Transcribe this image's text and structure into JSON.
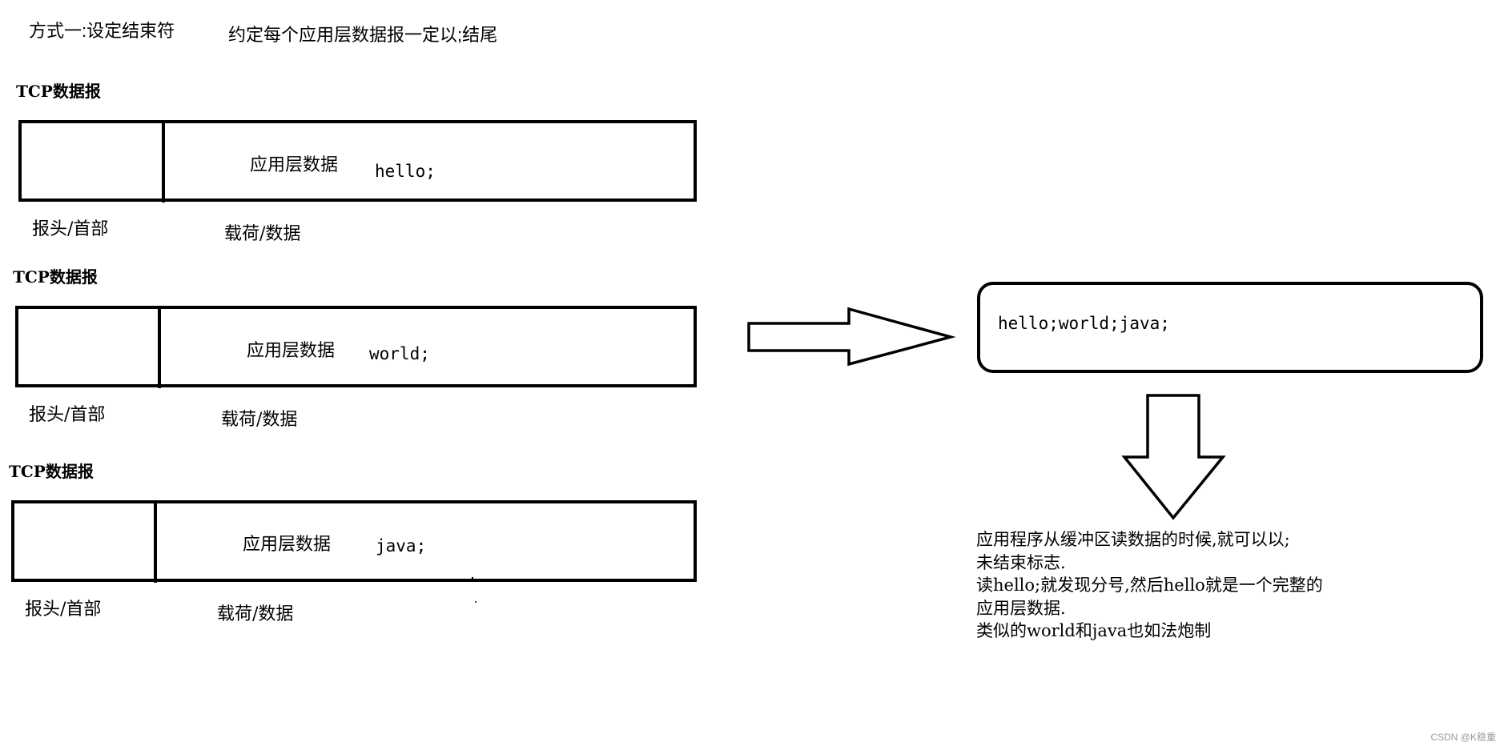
{
  "header": {
    "method": "方式一:设定结束符",
    "rule": "约定每个应用层数据报一定以;结尾"
  },
  "datagrams": [
    {
      "title": "TCP数据报",
      "app_label": "应用层数据",
      "payload": "hello;",
      "header_label": "报头/首部",
      "data_label": "载荷/数据"
    },
    {
      "title": "TCP数据报",
      "app_label": "应用层数据",
      "payload": "world;",
      "header_label": "报头/首部",
      "data_label": "载荷/数据"
    },
    {
      "title": "TCP数据报",
      "app_label": "应用层数据",
      "payload": "java;",
      "header_label": "报头/首部",
      "data_label": "载荷/数据"
    }
  ],
  "buffer": {
    "content": "hello;world;java;"
  },
  "note": {
    "lines": [
      "应用程序从缓冲区读数据的时候,就可以以;",
      "未结束标志.",
      "读hello;就发现分号,然后hello就是一个完整的",
      "应用层数据.",
      "类似的world和java也如法炮制"
    ]
  },
  "watermark": "CSDN @K稳重",
  "colors": {
    "ink": "#000000",
    "background": "#ffffff",
    "watermark": "#9a9a9a"
  }
}
